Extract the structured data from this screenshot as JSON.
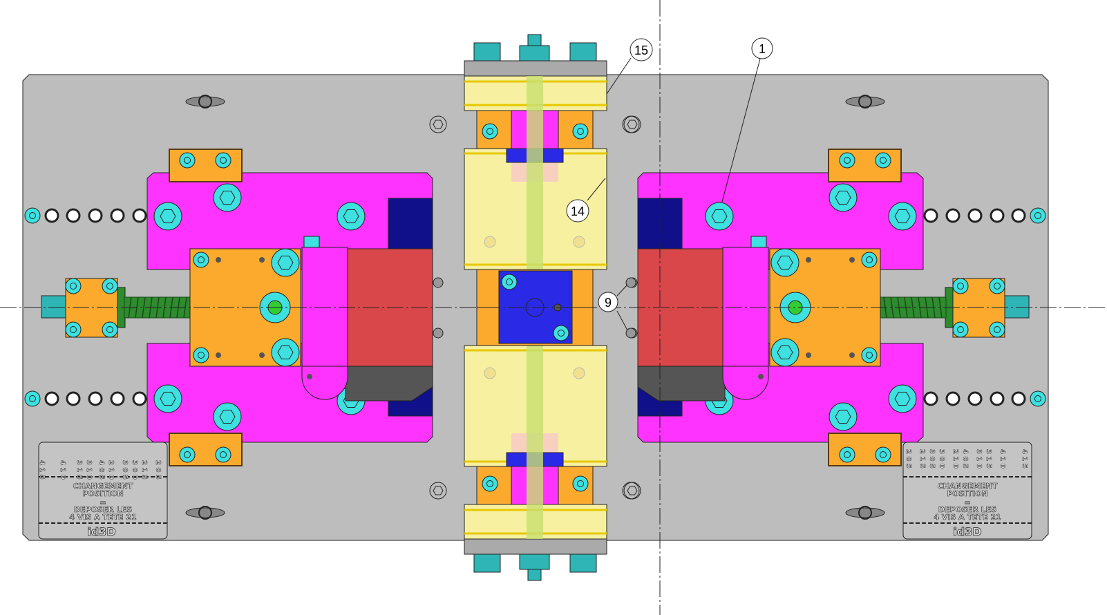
{
  "drawing": {
    "balloons": {
      "b15": "15",
      "b1": "1",
      "b14": "14",
      "b9": "9"
    },
    "left_plate": {
      "numbers": [
        "4 1 5",
        "4 1 0",
        "3 1 5",
        "3 1 0",
        "4 0 5",
        "2 1 0",
        "3 0 5",
        "3 0 0",
        "2 1 5",
        "2 0 5"
      ],
      "line1": "CHANGEMENT",
      "line2": "POSITION",
      "line3": "=",
      "line4": "DEPOSER LES",
      "line5": "4 VIS A TETE 21",
      "logo": "id3D"
    },
    "right_plate": {
      "numbers": [
        "2 0 5",
        "2 1 5",
        "3 0 5",
        "3 0 0",
        "2 1 0",
        "4 0 5",
        "3 1 0",
        "3 1 5",
        "4 1 0",
        "4 1 5"
      ],
      "line1": "CHANGEMENT",
      "line2": "POSITION",
      "line3": "=",
      "line4": "DEPOSER LES",
      "line5": "4 VIS A TETE 21",
      "logo": "id3D"
    },
    "colors": {
      "plate": "#bdbdbd",
      "magenta": "#ff33ff",
      "orange": "#fbaa2e",
      "red": "#d9474a",
      "cyan": "#3ee0e0",
      "yellow": "#f7f0a0",
      "blue": "#2a2ae6",
      "navy": "#10108a",
      "green": "#2e8b2e"
    }
  }
}
